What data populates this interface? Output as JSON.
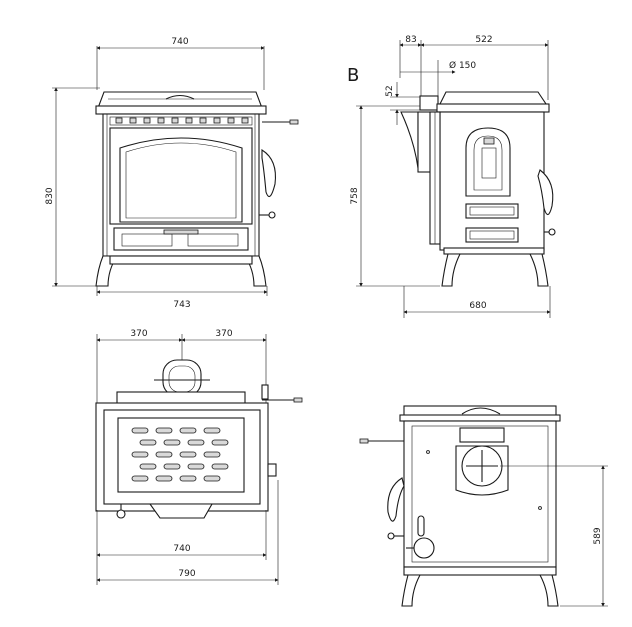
{
  "views": {
    "front": {
      "width_top": "740",
      "height": "830",
      "width_bottom": "743"
    },
    "side": {
      "label": "B",
      "offset": "83",
      "depth_top": "522",
      "flue_diameter": "Ø 150",
      "flue_offset": "52",
      "height": "758",
      "depth_bottom": "680"
    },
    "top": {
      "half_left": "370",
      "half_right": "370",
      "width_inner": "740",
      "width_outer": "790"
    },
    "rear": {
      "flue_height": "589"
    }
  }
}
